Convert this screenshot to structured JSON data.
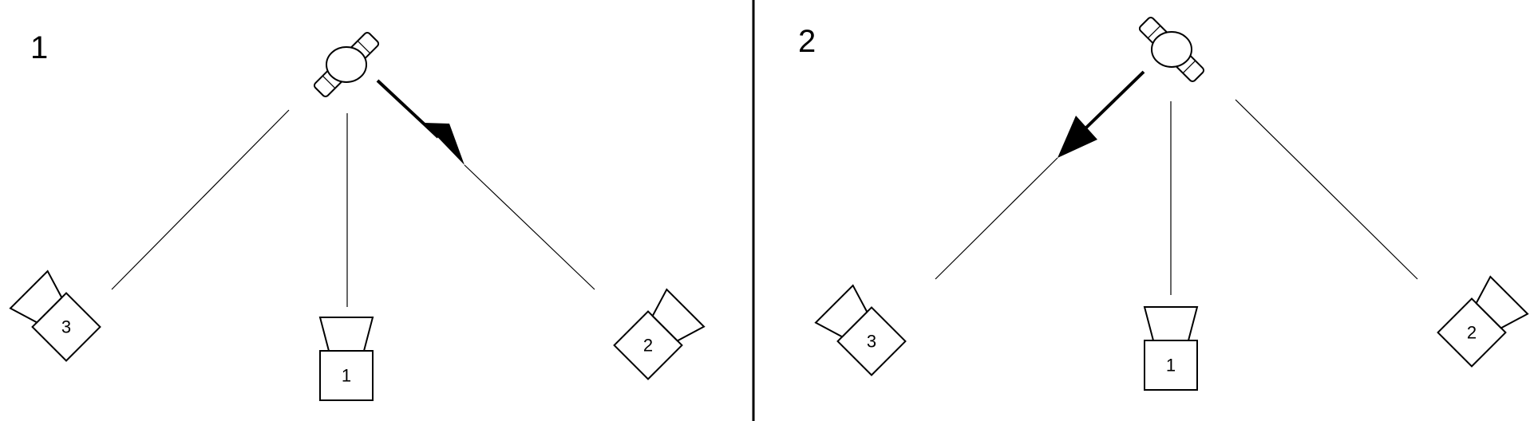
{
  "panels": [
    {
      "label": "1",
      "devices": [
        {
          "label": "3"
        },
        {
          "label": "1"
        },
        {
          "label": "2"
        }
      ],
      "arrow_target": "2"
    },
    {
      "label": "2",
      "devices": [
        {
          "label": "3"
        },
        {
          "label": "1"
        },
        {
          "label": "2"
        }
      ],
      "arrow_target": "3"
    }
  ],
  "icons": {
    "source": "microphone-icon",
    "device": "speaker-icon"
  },
  "colors": {
    "ink": "#000000",
    "background": "#ffffff"
  }
}
